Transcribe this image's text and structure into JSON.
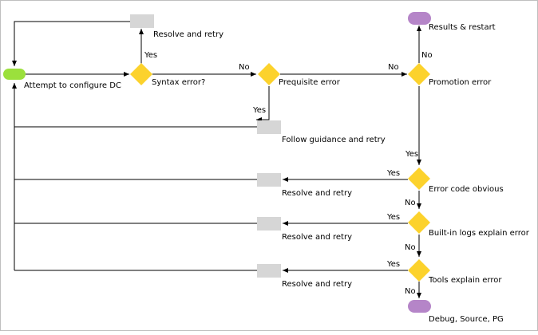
{
  "colors": {
    "start": "#9be03c",
    "decision": "#fcd22c",
    "process": "#d6d6d6",
    "terminal": "#b585c8",
    "line": "#000000",
    "frame": "#bfbfbf"
  },
  "nodes": {
    "start_label": "Attempt to configure DC",
    "syntax_error": "Syntax error?",
    "prequisite_error": "Prequisite error",
    "promotion_error": "Promotion error",
    "error_code_obvious": "Error code obvious",
    "builtin_logs": "Built-in logs explain error",
    "tools_explain": "Tools explain error",
    "results_restart": "Results & restart",
    "debug_source_pg": "Debug, Source, PG",
    "resolve_retry_1": "Resolve and retry",
    "follow_guidance": "Follow guidance and retry",
    "resolve_retry_2": "Resolve and retry",
    "resolve_retry_3": "Resolve and retry",
    "resolve_retry_4": "Resolve and retry"
  },
  "edge_labels": {
    "syntax_yes": "Yes",
    "syntax_no": "No",
    "prereq_no": "No",
    "prereq_yes": "Yes",
    "promotion_no": "No",
    "promotion_yes": "Yes",
    "code_yes": "Yes",
    "code_no": "No",
    "logs_yes": "Yes",
    "logs_no": "No",
    "tools_yes": "Yes",
    "tools_no": "No"
  }
}
